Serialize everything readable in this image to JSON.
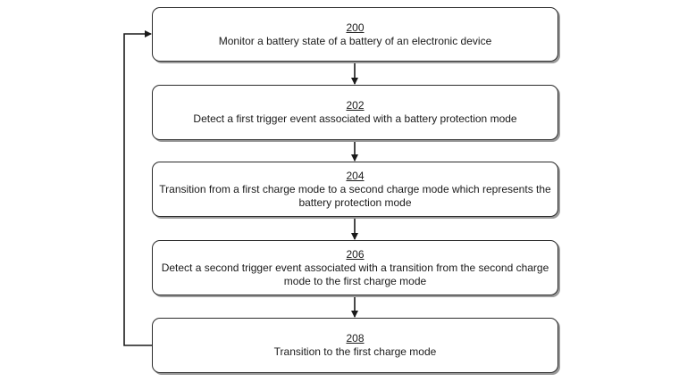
{
  "diagram": {
    "steps": [
      {
        "number": "200",
        "text": "Monitor a battery state of a battery of an electronic device"
      },
      {
        "number": "202",
        "text": "Detect a first trigger event associated with a battery protection mode"
      },
      {
        "number": "204",
        "text": "Transition from a first charge mode to a second charge mode which represents the battery protection mode"
      },
      {
        "number": "206",
        "text": "Detect a second trigger event associated with a transition from the second charge mode to the first charge mode"
      },
      {
        "number": "208",
        "text": "Transition to the first charge mode"
      }
    ],
    "line_color": "#2b2b2b"
  }
}
